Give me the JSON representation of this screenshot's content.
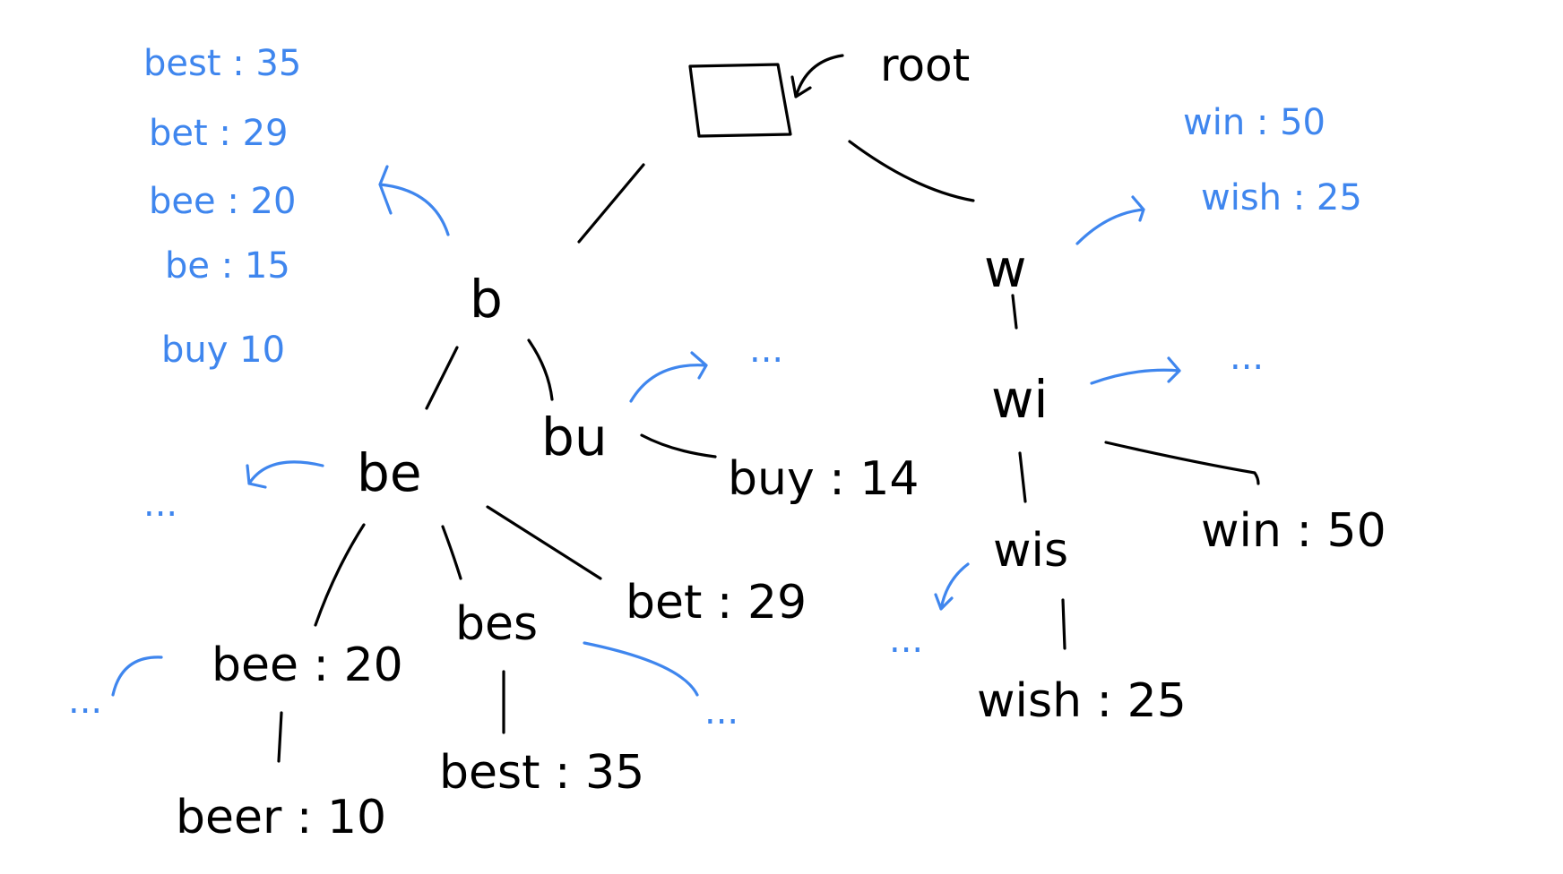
{
  "root_label": "root",
  "nodes": {
    "b": "b",
    "be": "be",
    "bu": "bu",
    "bes": "bes",
    "w": "w",
    "wi": "wi",
    "wis": "wis"
  },
  "leaves": {
    "buy": "buy : 14",
    "bet": "bet : 29",
    "bee": "bee : 20",
    "beer": "beer : 10",
    "best": "best : 35",
    "win": "win : 50",
    "wish": "wish : 25"
  },
  "b_list": [
    "best : 35",
    "bet : 29",
    "bee : 20",
    "be : 15",
    "buy 10"
  ],
  "w_list": [
    "win : 50",
    "wish : 25"
  ],
  "ellipsis": "...",
  "colors": {
    "ink": "#000000",
    "accent": "#3f86ee"
  }
}
